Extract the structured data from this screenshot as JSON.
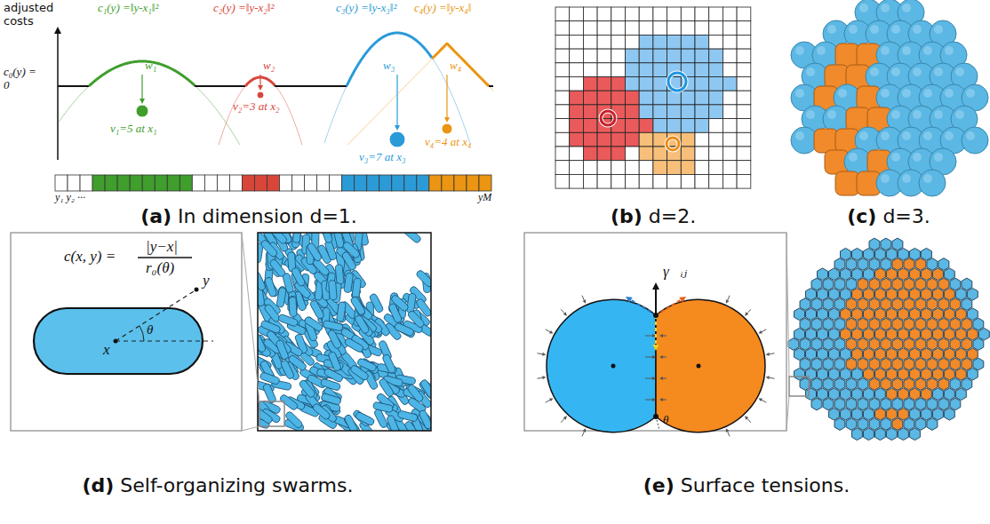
{
  "diagram": {
    "labels": [
      "adjusted costs",
      "c₀(y) = 0",
      "c₁(y) =‖y-x₁‖²",
      "c₂(y) =‖y-x₂‖²",
      "c₃(y) =‖y-x₃‖²",
      "c₄(y) =‖y-x₄‖",
      "w₁",
      "w₂",
      "w₃",
      "w₄",
      "v₁=5 at x₁",
      "v₂=3 at x₂",
      "v₃=7 at x₃",
      "v₄=4 at x₄",
      "y₁ y₂ ···",
      "yM",
      "(a)",
      "In dimension d=1.",
      "(b)",
      "d=2.",
      "(c)",
      "d=3.",
      "c(x, y) =",
      "|y−x|",
      "r₀(θ)",
      "x",
      "y",
      "θ",
      "(d)",
      "Self-organizing swarms.",
      "γ⃗ᵢⱼ",
      "θ",
      "(e)",
      "Surface tensions."
    ]
  }
}
